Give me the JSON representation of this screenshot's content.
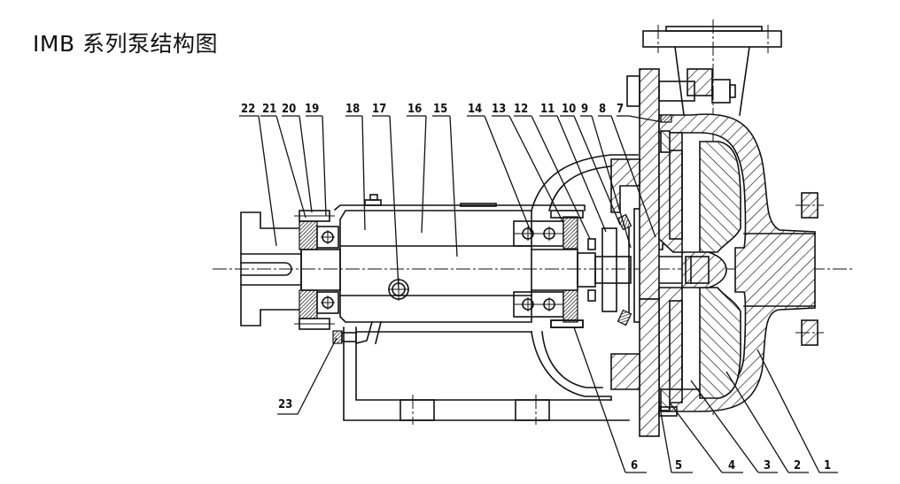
{
  "title": "IMB 系列泵结构图",
  "callouts_top": [
    {
      "id": "22",
      "label": "22"
    },
    {
      "id": "21",
      "label": "21"
    },
    {
      "id": "20",
      "label": "20"
    },
    {
      "id": "19",
      "label": "19"
    },
    {
      "id": "18",
      "label": "18"
    },
    {
      "id": "17",
      "label": "17"
    },
    {
      "id": "16",
      "label": "16"
    },
    {
      "id": "15",
      "label": "15"
    },
    {
      "id": "14",
      "label": "14"
    },
    {
      "id": "13",
      "label": "13"
    },
    {
      "id": "12",
      "label": "12"
    },
    {
      "id": "11",
      "label": "11"
    },
    {
      "id": "10",
      "label": "10"
    },
    {
      "id": "9",
      "label": "9"
    },
    {
      "id": "8",
      "label": "8"
    },
    {
      "id": "7",
      "label": "7"
    }
  ],
  "callouts_bottom": [
    {
      "id": "6",
      "label": "6"
    },
    {
      "id": "5",
      "label": "5"
    },
    {
      "id": "4",
      "label": "4"
    },
    {
      "id": "3",
      "label": "3"
    },
    {
      "id": "2",
      "label": "2"
    },
    {
      "id": "1",
      "label": "1"
    }
  ],
  "callout_left": {
    "id": "23",
    "label": "23"
  }
}
